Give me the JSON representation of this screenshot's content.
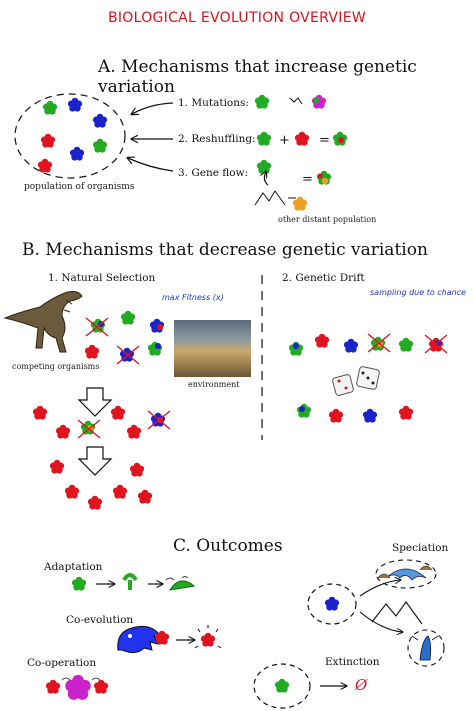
{
  "title": "BIOLOGICAL EVOLUTION OVERVIEW",
  "section_a": {
    "heading": "A. Mechanisms that increase genetic variation",
    "population_label": "population of organisms",
    "mutations": "1. Mutations:",
    "reshuffling": "2. Reshuffling:",
    "gene_flow": "3. Gene flow:",
    "distant_population": "other distant population",
    "plus": "+",
    "equals": "="
  },
  "section_b": {
    "heading": "B. Mechanisms that decrease genetic variation",
    "natural_selection": "1. Natural Selection",
    "genetic_drift": "2. Genetic Drift",
    "max_fitness": "max Fitness (x)",
    "sampling": "sampling due to chance",
    "competing": "competing organisms",
    "environment": "environment"
  },
  "section_c": {
    "heading": "C. Outcomes",
    "adaptation": "Adaptation",
    "coevolution": "Co-evolution",
    "cooperation": "Co-operation",
    "speciation": "Speciation",
    "extinction": "Extinction",
    "null_symbol": "Ø"
  },
  "colors": {
    "green": "#22aa22",
    "red": "#e0141e",
    "blue": "#1a22cc",
    "magenta": "#cc22cc",
    "orange": "#f0a020",
    "title_red": "#d8121b"
  }
}
